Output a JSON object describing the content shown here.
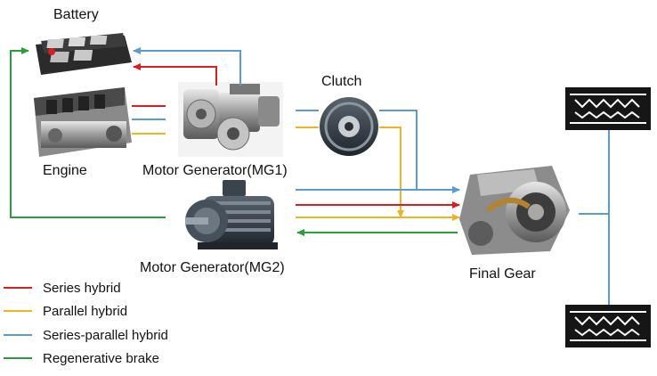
{
  "labels": {
    "battery": "Battery",
    "engine": "Engine",
    "mg1": "Motor Generator(MG1)",
    "clutch": "Clutch",
    "mg2": "Motor Generator(MG2)",
    "final_gear": "Final Gear"
  },
  "legend": [
    {
      "label": "Series hybrid",
      "color": "#d81e1e"
    },
    {
      "label": "Parallel hybrid",
      "color": "#f0b323"
    },
    {
      "label": "Series-parallel hybrid",
      "color": "#5b9bd5"
    },
    {
      "label": "Regenerative brake",
      "color": "#2a9d3c"
    }
  ],
  "colors": {
    "series": "#d81e1e",
    "parallel": "#f0b323",
    "series_parallel": "#5b9bd5",
    "regen": "#2a9d3c"
  },
  "icons": [
    "battery-pack-icon",
    "engine-block-icon",
    "motor-generator-mg1-icon",
    "clutch-plate-icon",
    "motor-generator-mg2-icon",
    "final-gear-icon",
    "tire-tread-icon"
  ]
}
